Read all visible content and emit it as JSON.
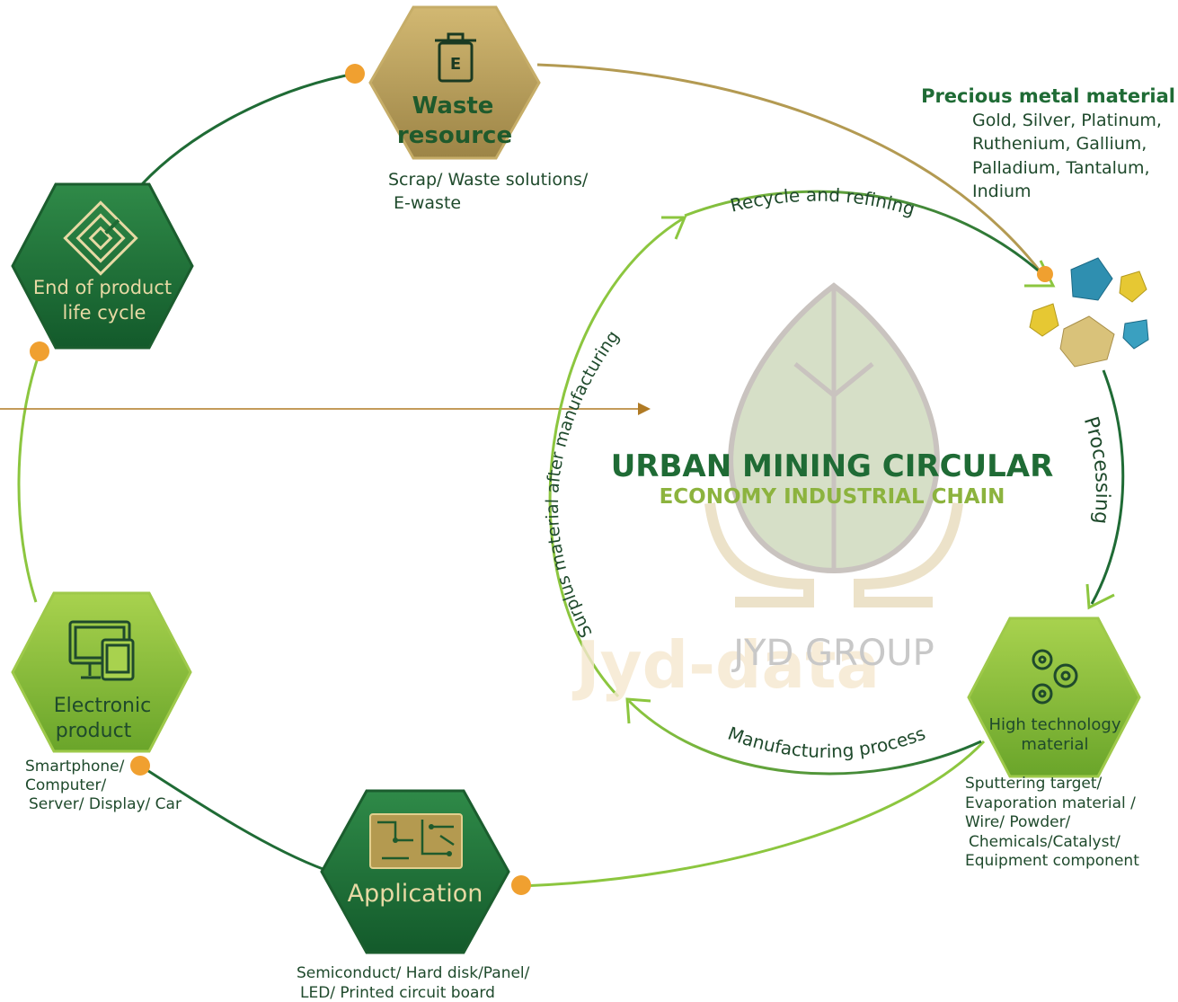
{
  "center": {
    "title": "URBAN MINING CIRCULAR",
    "subtitle": "ECONOMY INDUSTRIAL CHAIN",
    "company": "JYD GROUP",
    "watermark": "Jyd-data"
  },
  "nodes": {
    "waste": {
      "title_line1": "Waste",
      "title_line2": "resource",
      "icon_letter": "E",
      "desc_line1": "Scrap/ Waste solutions/",
      "desc_line2": "E-waste"
    },
    "end": {
      "title_line1": "End of product",
      "title_line2": "life cycle"
    },
    "electronic": {
      "title_line1": "Electronic",
      "title_line2": "product",
      "desc_line1": "Smartphone/",
      "desc_line2": "Computer/",
      "desc_line3": "Server/ Display/ Car"
    },
    "application": {
      "title": "Application",
      "desc_line1": "Semiconduct/ Hard disk/Panel/",
      "desc_line2": "LED/ Printed circuit board"
    },
    "hightech": {
      "title_line1": "High technology",
      "title_line2": "material",
      "desc_line1": "Sputtering target/",
      "desc_line2": "Evaporation material /",
      "desc_line3": "Wire/ Powder/",
      "desc_line4": "Chemicals/Catalyst/",
      "desc_line5": "Equipment component"
    }
  },
  "precious": {
    "title": "Precious metal material",
    "line1": "Gold, Silver, Platinum,",
    "line2": "Ruthenium, Gallium,",
    "line3": "Palladium, Tantalum,",
    "line4": "Indium"
  },
  "flows": {
    "recycle": "Recycle and refining",
    "processing": "Processing",
    "manufacturing": "Manufacturing process",
    "surplus": "Surplus material after manufacturing"
  },
  "colors": {
    "dark_green": "#1f6b35",
    "light_green": "#8cc63f",
    "gold": "#b39a52",
    "orange_dot": "#f0a030"
  }
}
